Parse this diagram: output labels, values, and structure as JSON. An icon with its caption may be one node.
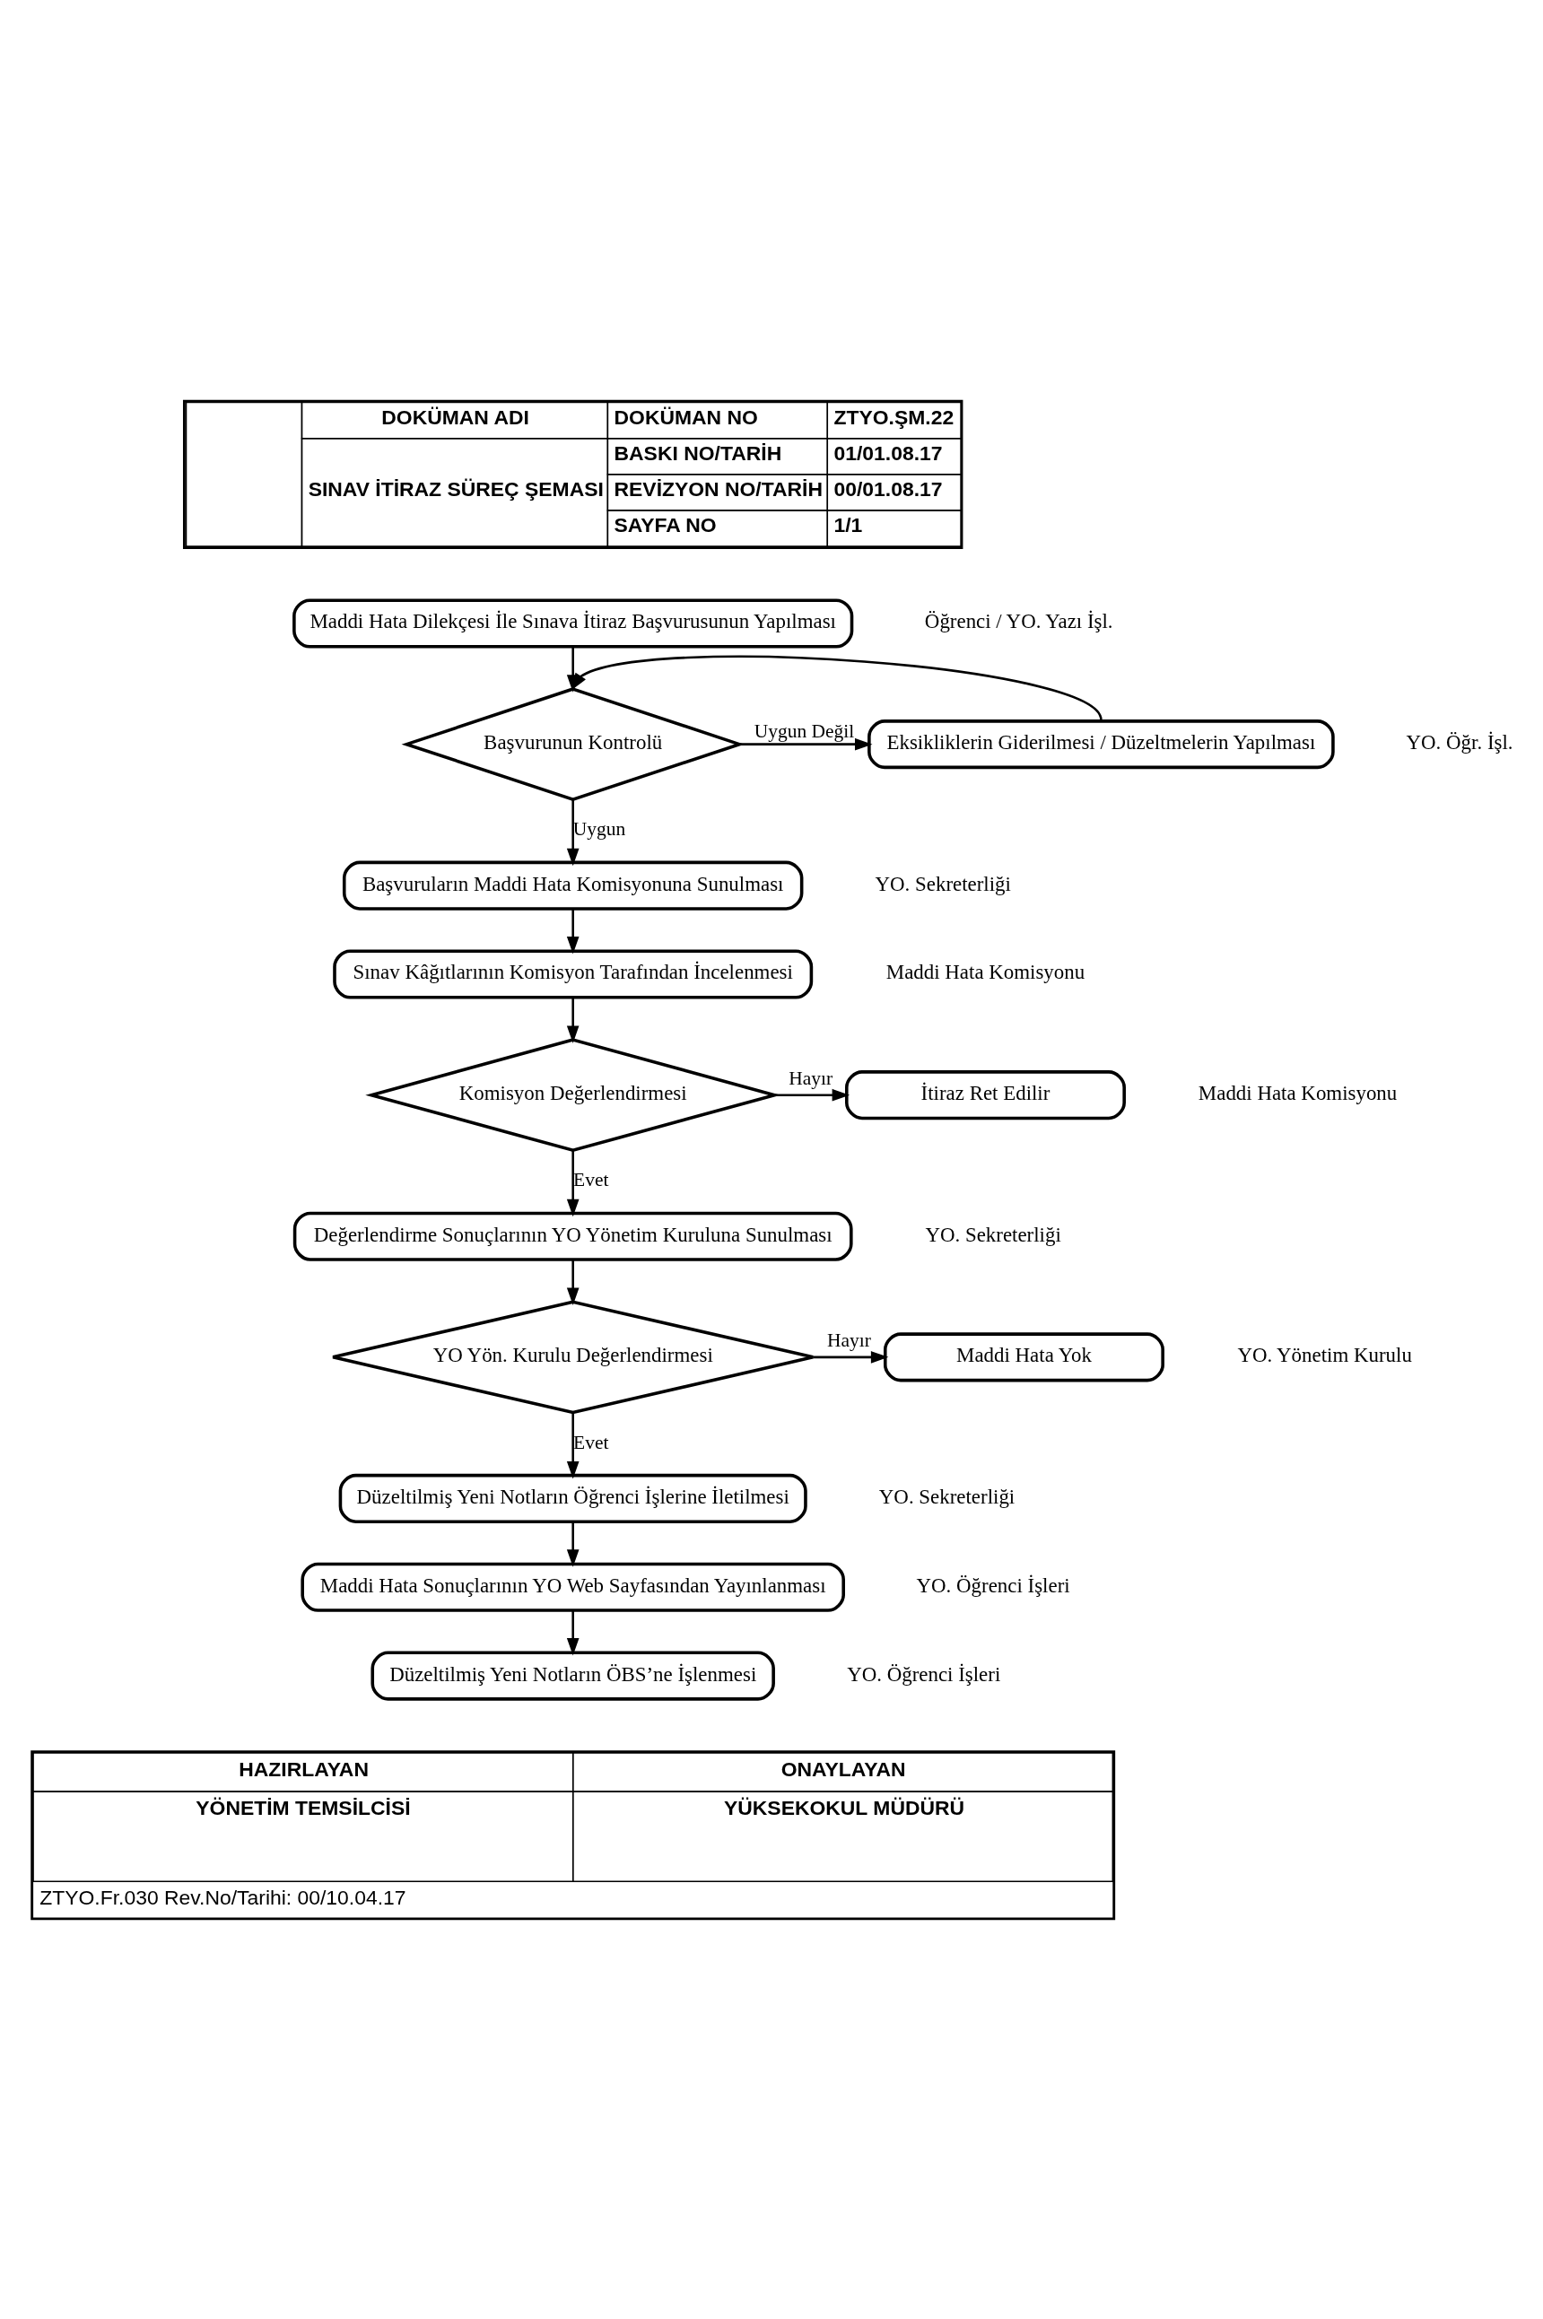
{
  "diagram": {
    "nodes": [
      {
        "text": [
          "Maddi Hata Dilekçesi İle Sınava İtiraz Başvurusunun Yapılması"
        ],
        "beside": [
          "Öğrenci / YO. Yazı İşl."
        ]
      },
      {
        "text": [
          "Başvurunun Kontrolü"
        ]
      },
      {
        "text": [
          "Eksikliklerin Giderilmesi / Düzeltmelerin Yapılması"
        ],
        "beside": [
          "YO. Öğr. İşl."
        ]
      },
      {
        "text": [
          "Başvuruların Maddi Hata Komisyonuna Sunulması"
        ],
        "beside": [
          "YO. Sekreterliği"
        ]
      },
      {
        "text": [
          "Sınav Kâğıtlarının Komisyon Tarafından İncelenmesi"
        ],
        "beside": [
          "Maddi Hata Komisyonu"
        ]
      },
      {
        "text": [
          "Komisyon Değerlendirmesi"
        ]
      },
      {
        "text": [
          "İtiraz Ret Edilir"
        ],
        "beside": [
          "Maddi Hata Komisyonu"
        ]
      },
      {
        "text": [
          "Değerlendirme Sonuçlarının YO Yönetim Kuruluna Sunulması"
        ],
        "beside": [
          "YO. Sekreterliği"
        ]
      },
      {
        "text": [
          "YO Yön. Kurulu Değerlendirmesi"
        ]
      },
      {
        "text": [
          "Maddi Hata Yok"
        ],
        "beside": [
          "YO. Yönetim Kurulu"
        ]
      },
      {
        "text": [
          "Düzeltilmiş Yeni Notların Öğrenci İşlerine İletilmesi"
        ],
        "beside": [
          "YO. Sekreterliği"
        ]
      },
      {
        "text": [
          "Maddi Hata Sonuçlarının YO Web Sayfasından Yayınlanması"
        ],
        "beside": [
          "YO. Öğrenci İşleri"
        ]
      },
      {
        "text": [
          "Düzeltilmiş Yeni Notların ÖBS’ne İşlenmesi"
        ],
        "beside": [
          "YO. Öğrenci İşleri"
        ]
      }
    ],
    "edges": [
      {
        "from": 0,
        "to": 1,
        "arrow": "to"
      },
      {
        "from": 1,
        "to": 2,
        "arrow": "to",
        "label": "Uygun Değil"
      },
      {
        "from": 2,
        "to": 1,
        "arrow": "to"
      },
      {
        "from": 1,
        "to": 3,
        "arrow": "to",
        "label": "Uygun"
      },
      {
        "from": 3,
        "to": 4,
        "arrow": "to"
      },
      {
        "from": 4,
        "to": 5,
        "arrow": "to"
      },
      {
        "from": 5,
        "to": 6,
        "arrow": "to",
        "label": "Hayır"
      },
      {
        "from": 5,
        "to": 7,
        "arrow": "to",
        "label": "Evet"
      },
      {
        "from": 7,
        "to": 8,
        "arrow": "to"
      },
      {
        "from": 8,
        "to": 9,
        "arrow": "to",
        "label": "Hayır"
      },
      {
        "from": 8,
        "to": 10,
        "arrow": "to",
        "label": "Evet"
      },
      {
        "from": 10,
        "to": 11,
        "arrow": "to"
      },
      {
        "from": 11,
        "to": 12,
        "arrow": "to"
      }
    ],
    "labels": [
      "DOKÜMAN ADI",
      "SINAV İTİRAZ SÜREÇ ŞEMASI",
      "DOKÜMAN NO",
      "ZTYO.ŞM.22",
      "BASKI NO/TARİH",
      "01/01.08.17",
      "REVİZYON NO/TARİH",
      "00/01.08.17",
      "SAYFA NO",
      "1/1",
      "HAZIRLAYAN",
      "ONAYLAYAN",
      "YÖNETİM TEMSİLCİSİ",
      "YÜKSEKOKUL MÜDÜRÜ",
      "ZTYO.Fr.030 Rev.No/Tarihi: 00/10.04.17"
    ]
  }
}
